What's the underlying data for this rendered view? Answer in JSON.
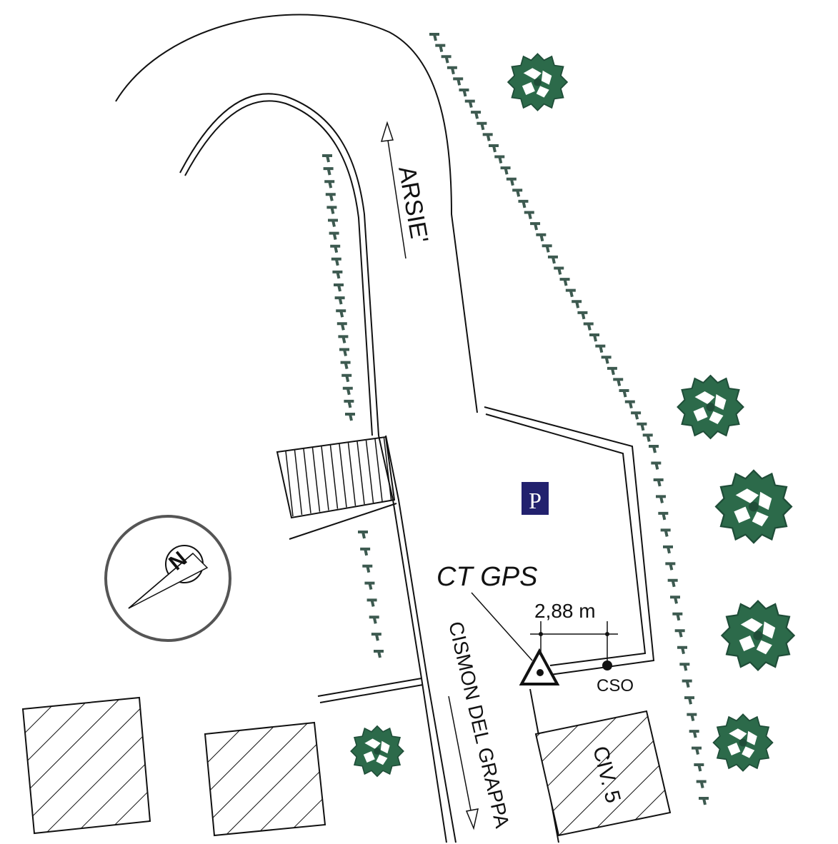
{
  "labels": {
    "road_north": "ARSIE'",
    "road_south": "CISMON DEL GRAPPA",
    "station": "CT GPS",
    "distance": "2,88 m",
    "reference_point": "CSO",
    "building": "CIV. 5",
    "parking": "P",
    "north": "N"
  },
  "colors": {
    "tree": "#2c6a4a",
    "tree_dark": "#1f4d38",
    "tree_mark": "#3d5a50",
    "parking_bg": "#22216e",
    "compass_ring": "#555555"
  },
  "icons": {
    "station": "triangle-station-icon",
    "compass": "north-arrow-icon",
    "parking": "parking-sign-icon"
  }
}
